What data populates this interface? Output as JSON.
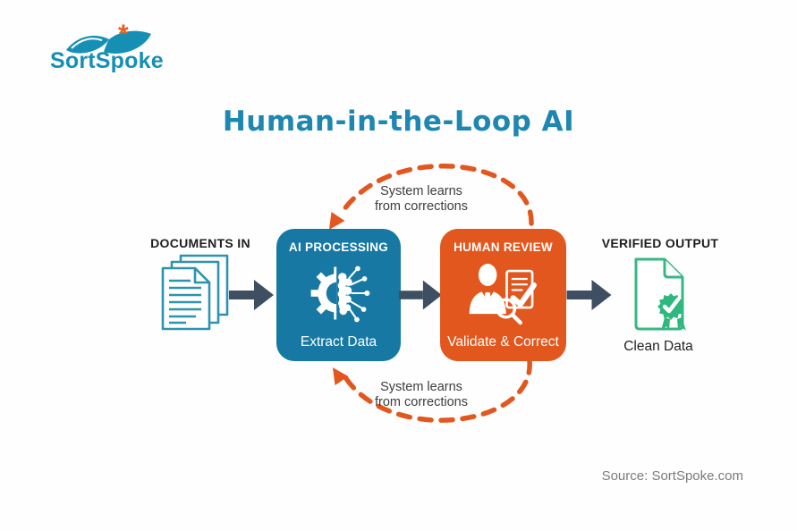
{
  "logo": {
    "brand": "SortSpoke",
    "asterisk": "*"
  },
  "title": "Human-in-the-Loop AI",
  "diagram": {
    "stages": {
      "documents_in": {
        "label": "DOCUMENTS IN"
      },
      "ai_processing": {
        "title": "AI PROCESSING",
        "subtitle": "Extract Data"
      },
      "human_review": {
        "title": "HUMAN REVIEW",
        "subtitle": "Validate & Correct"
      },
      "verified_output": {
        "label": "VERIFIED OUTPUT",
        "caption": "Clean Data"
      }
    },
    "loop": {
      "top": {
        "line1": "System learns",
        "line2": "from corrections"
      },
      "bottom": {
        "line1": "System learns",
        "line2": "from corrections"
      }
    }
  },
  "footer": {
    "source": "Source: SortSpoke.com"
  },
  "colors": {
    "teal_box": "#1779a3",
    "orange_box": "#e2571e",
    "loop_orange": "#e2571e",
    "flow_arrow": "#3e4f61",
    "doc_outline_teal": "#2e93ae",
    "verified_green": "#2eb87f",
    "title_teal": "#1d87b2",
    "logo_teal": "#1590b4",
    "asterisk_orange": "#e8611c",
    "label_dark": "#1e1e1e",
    "loop_text": "#3d3d3d",
    "source_gray": "#7b7b7b"
  },
  "icons": {
    "logo_swoosh": "sortspoke-swoosh-icon",
    "documents": "documents-stack-icon",
    "ai": "gear-brain-icon",
    "human": "person-review-magnifier-icon",
    "verified": "certified-document-icon",
    "flow": "right-arrow-icon",
    "loop": "dashed-loop-arrow-icon"
  }
}
